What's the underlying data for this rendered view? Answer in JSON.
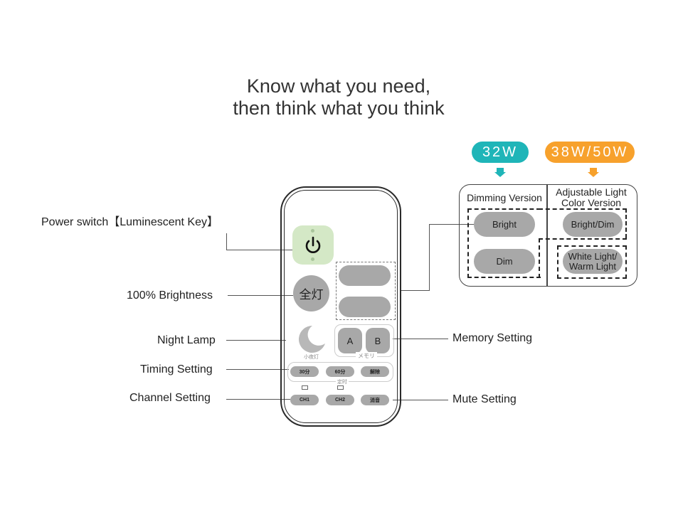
{
  "header": {
    "line1": "Know what you need,",
    "line2": "then think what you think"
  },
  "callouts": {
    "power": "Power switch【Luminescent Key】",
    "brightness": "100% Brightness",
    "night_lamp": "Night Lamp",
    "timing": "Timing Setting",
    "channel": "Channel Setting",
    "memory": "Memory Setting",
    "mute": "Mute Setting"
  },
  "remote": {
    "power_icon": "power-icon",
    "all_on_label": "全灯",
    "night_lamp_icon": "moon-icon",
    "night_lamp_caption": "小夜灯",
    "memory_buttons": [
      "A",
      "B"
    ],
    "memory_caption": "メモリ",
    "timer_buttons": [
      "30分",
      "60分",
      "解除"
    ],
    "timer_caption": "定时",
    "bottom_buttons": [
      "CH1",
      "CH2",
      "消音"
    ]
  },
  "versions": {
    "badge_32w": {
      "label": "32W",
      "color": "#1fb5b8"
    },
    "badge_38w": {
      "label": "38W/50W",
      "color": "#f7a12c"
    },
    "dimming": {
      "title": "Dimming Version",
      "buttons": [
        "Bright",
        "Dim"
      ]
    },
    "adjustable": {
      "title_line1": "Adjustable Light",
      "title_line2": "Color Version",
      "button1": "Bright/Dim",
      "button2_line1": "White Light/",
      "button2_line2": "Warm Light"
    }
  }
}
